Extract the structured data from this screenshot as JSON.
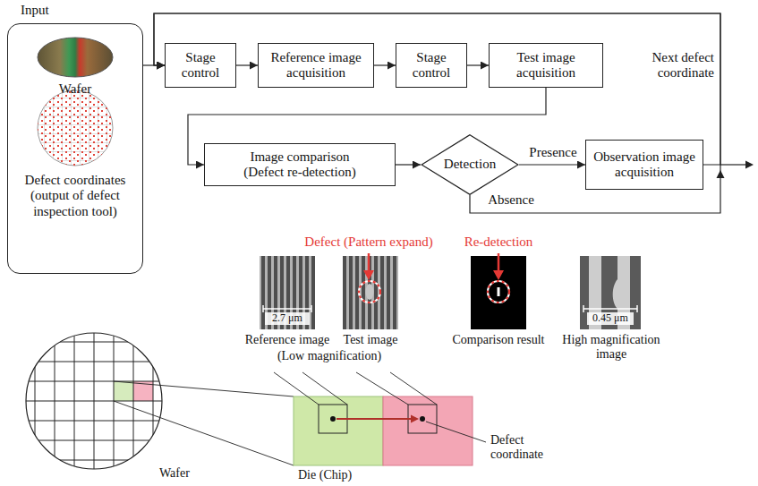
{
  "diagram": {
    "nodes": [
      {
        "text": [
          "Input",
          "Wafer",
          "Defect coordinates (output of defect inspection tool)"
        ]
      },
      {
        "text": [
          "Stage control"
        ]
      },
      {
        "text": [
          "Reference image acquisition"
        ]
      },
      {
        "text": [
          "Stage control"
        ]
      },
      {
        "text": [
          "Test image acquisition"
        ]
      },
      {
        "text": [
          "Image comparison (Defect re-detection)"
        ]
      },
      {
        "text": [
          "Detection"
        ]
      },
      {
        "text": [
          "Observation image acquisition"
        ]
      }
    ],
    "edges": [
      {
        "from": 0,
        "to": 1,
        "arrow": "to"
      },
      {
        "from": 1,
        "to": 2,
        "arrow": "to"
      },
      {
        "from": 2,
        "to": 3,
        "arrow": "to"
      },
      {
        "from": 3,
        "to": 4,
        "arrow": "to"
      },
      {
        "from": 4,
        "to": 5,
        "arrow": "to"
      },
      {
        "from": 5,
        "to": 6,
        "arrow": "to"
      },
      {
        "from": 6,
        "to": 7,
        "label": "Presence",
        "arrow": "to"
      },
      {
        "from": 6,
        "to": 1,
        "label": "Absence",
        "arrow": "to"
      },
      {
        "from": 7,
        "to": 1,
        "label": "Next defect coordinate",
        "arrow": "to"
      }
    ],
    "labels": [
      "Defect (Pattern expand)",
      "Re-detection",
      "2.7 μm",
      "0.45 μm",
      "Reference image",
      "Test image",
      "(Low magnification)",
      "Comparison result",
      "High magnification image",
      "Wafer",
      "Die (Chip)",
      "Defect coordinate"
    ]
  }
}
